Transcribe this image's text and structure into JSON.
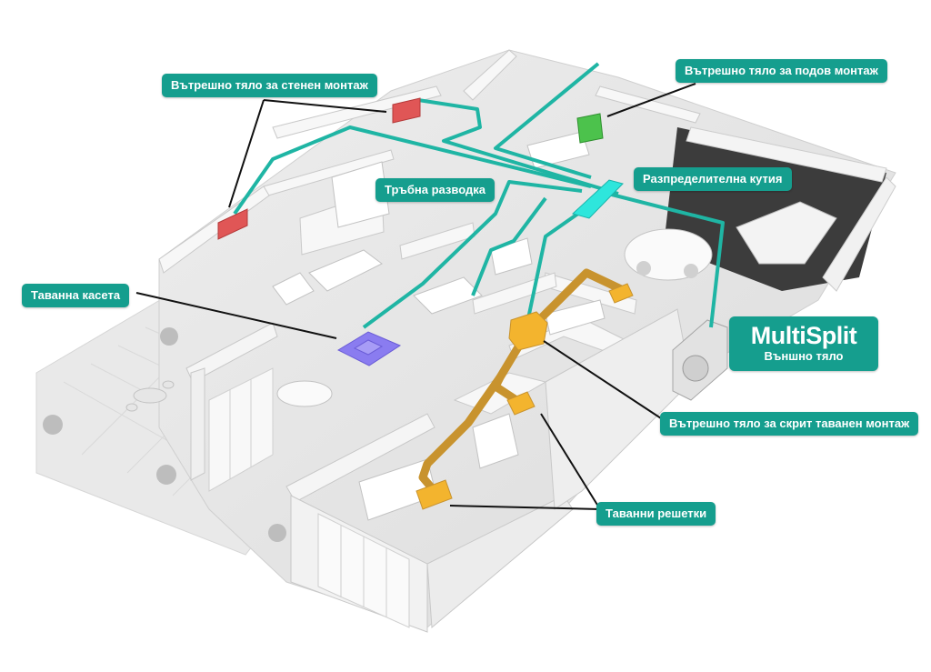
{
  "labels": {
    "wall_unit": "Вътрешно тяло за стенен монтаж",
    "floor_unit": "Вътрешно тяло за подов монтаж",
    "distribution_box": "Разпределителна кутия",
    "piping": "Тръбна разводка",
    "ceiling_cassette": "Таванна касета",
    "outdoor_unit_title": "MultiSplit",
    "outdoor_unit_subtitle": "Външно тяло",
    "concealed_ceiling_unit": "Вътрешно тяло за скрит таванен монтаж",
    "ceiling_grilles": "Таванни решетки"
  },
  "colors": {
    "label_bg": "#159e8e",
    "piping": "#1fb5a4",
    "duct": "#c8932e",
    "grille": "#f3b42e",
    "wall_unit": "#e05656",
    "floor_unit": "#4cc24c",
    "cassette": "#8a7cf0",
    "distribution_box": "#2ee6dc"
  }
}
